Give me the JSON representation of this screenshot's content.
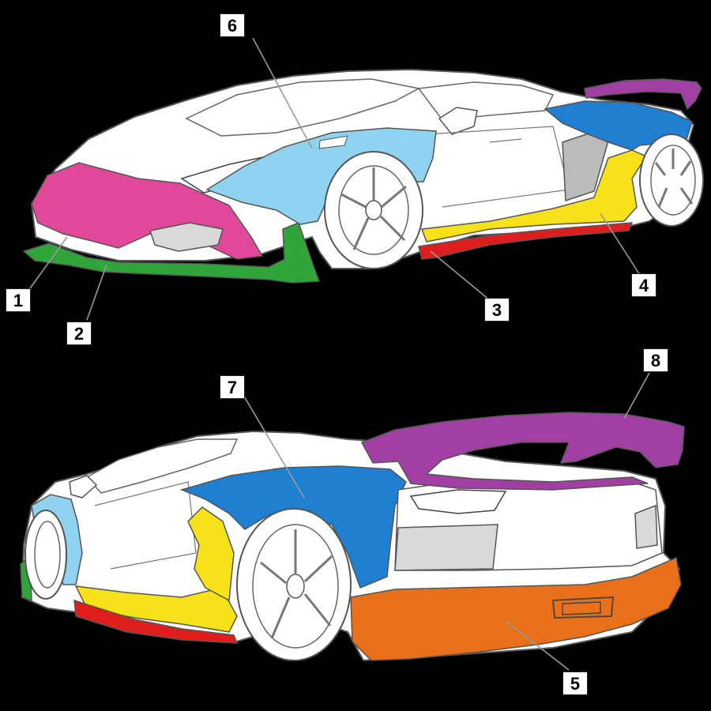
{
  "callouts": [
    {
      "label": "1",
      "part": "front-lip",
      "color": "#e2489a"
    },
    {
      "label": "2",
      "part": "front-splitter",
      "color": "#2fa53a"
    },
    {
      "label": "3",
      "part": "side-skirt-blade",
      "color": "#e01d1d"
    },
    {
      "label": "4",
      "part": "side-skirt",
      "color": "#f7e21a"
    },
    {
      "label": "5",
      "part": "rear-diffuser",
      "color": "#e8701a"
    },
    {
      "label": "6",
      "part": "front-fender",
      "color": "#8fd3f1"
    },
    {
      "label": "7",
      "part": "rear-fender",
      "color": "#1f7fd1"
    },
    {
      "label": "8",
      "part": "rear-wing",
      "color": "#a13fa3"
    }
  ],
  "colors": {
    "background": "#000000",
    "body": "#ffffff",
    "outline": "#555555",
    "leader": "#888888"
  }
}
